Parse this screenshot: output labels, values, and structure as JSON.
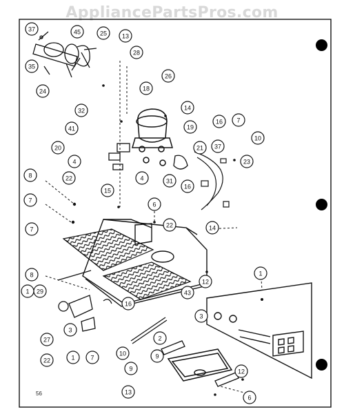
{
  "watermark": {
    "text": "AppliancePartsPros.com"
  },
  "page_number": "56",
  "callouts": [
    "37",
    "45",
    "25",
    "13",
    "28",
    "35",
    "24",
    "26",
    "18",
    "32",
    "14",
    "41",
    "19",
    "16",
    "7",
    "10",
    "20",
    "21",
    "37",
    "23",
    "4",
    "31",
    "22",
    "16",
    "4",
    "15",
    "8",
    "7",
    "6",
    "14",
    "7",
    "22",
    "8",
    "16",
    "1",
    "1",
    "12",
    "3",
    "43",
    "29",
    "27",
    "3",
    "22",
    "1",
    "7",
    "10",
    "2",
    "9",
    "9",
    "12",
    "6",
    "13"
  ],
  "colors": {
    "ink": "#111111",
    "background": "#ffffff",
    "watermark": "#d8d8d8"
  }
}
